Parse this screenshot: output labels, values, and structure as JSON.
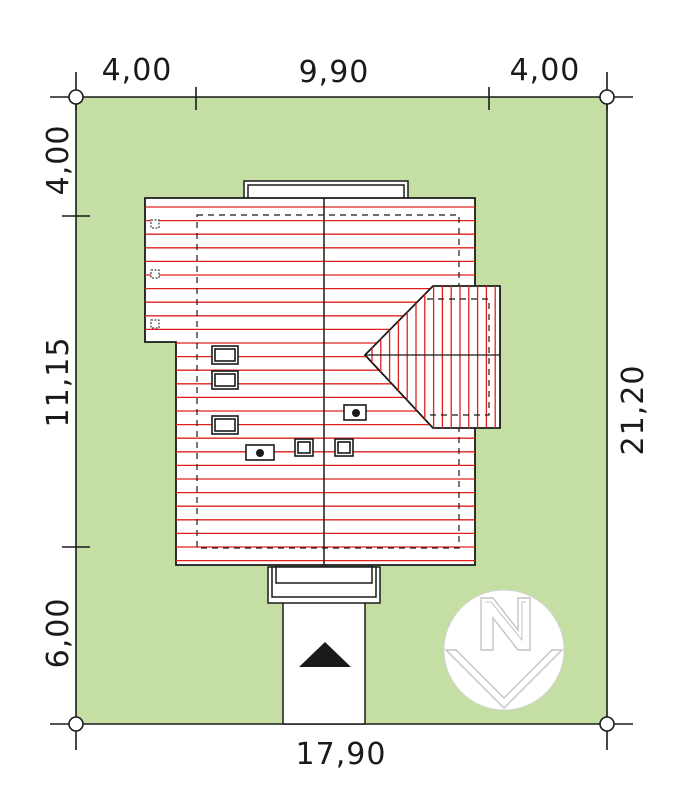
{
  "dimensions": {
    "top_left": "4,00",
    "top_middle": "9,90",
    "top_right": "4,00",
    "left_top": "4,00",
    "left_middle": "11,15",
    "left_bottom": "6,00",
    "right": "21,20",
    "bottom": "17,90"
  },
  "colors": {
    "plot": "#c5dea3",
    "roof_fill": "#ffffff",
    "roof_lines": "#e0201c",
    "outline": "#1a1a1a",
    "north_circle": "#ffffff",
    "north_stroke": "#c8c8c8"
  },
  "icons": {
    "north_arrow": "north-arrow-icon",
    "entrance_arrow": "triangle-up-icon"
  }
}
